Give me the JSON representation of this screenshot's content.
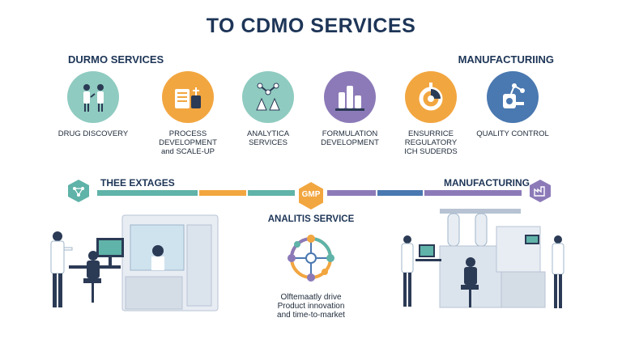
{
  "title": "TO CDMO SERVICES",
  "left_section": "DURMO SERVICES",
  "right_section": "MANUFACTURIING",
  "services": [
    {
      "label_lines": [
        "DRUG DISCOVERY"
      ],
      "color": "#8fcbc0",
      "icon": "scientists-icon"
    },
    {
      "label_lines": [
        "PROCESS",
        "DEVELOPMENT",
        "and SCALE-UP"
      ],
      "color": "#f2a640",
      "icon": "process-equipment-icon"
    },
    {
      "label_lines": [
        "ANALYTICA",
        "SERVICES"
      ],
      "color": "#8fcbc0",
      "icon": "molecule-flask-icon"
    },
    {
      "label_lines": [
        "FORMULATION",
        "DEVELOPMENT"
      ],
      "color": "#8c7ab8",
      "icon": "formulation-bottles-icon"
    },
    {
      "label_lines": [
        "ENSURRICE",
        "REGULATORY",
        "ICH SUDERDS"
      ],
      "color": "#f2a640",
      "icon": "regulatory-gear-icon"
    },
    {
      "label_lines": [
        "QUALITY CONTROL"
      ],
      "color": "#4a78b0",
      "icon": "quality-control-icon"
    }
  ],
  "stages": {
    "left_label": "THEE EXTAGES",
    "right_label": "MANUFACTURING",
    "center_badge": "GMP",
    "left_icon": "network-hexagon-icon",
    "right_icon": "factory-hexagon-icon"
  },
  "analytics": {
    "title": "ANALITIS SERVICE",
    "tagline_lines": [
      "Olftemaatly drive",
      "Product innovation",
      "and time-to-market"
    ],
    "icon": "hub-network-icon"
  },
  "colors": {
    "teal": "#5fb3a8",
    "orange": "#f2a640",
    "purple": "#8c7ab8",
    "blue": "#4a78b0",
    "navy": "#1d3557"
  }
}
